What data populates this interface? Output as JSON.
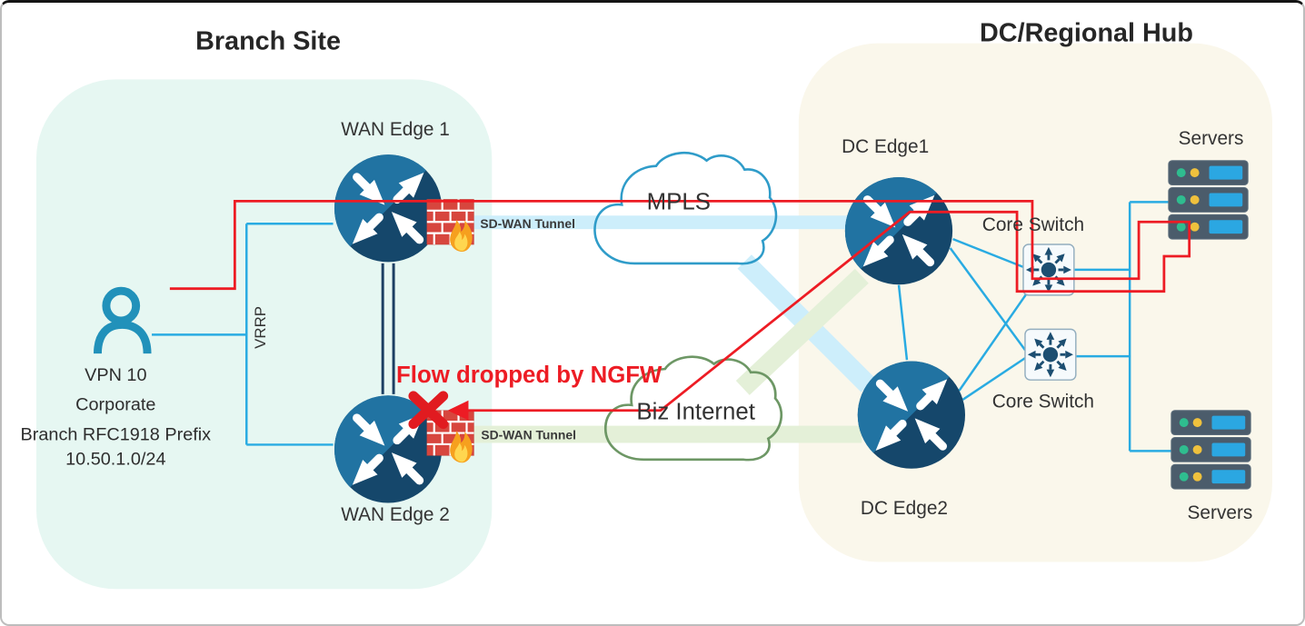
{
  "page": {
    "branch_title": "Branch Site",
    "hub_title": "DC/Regional Hub"
  },
  "branch": {
    "wan_edge1_label": "WAN Edge 1",
    "wan_edge2_label": "WAN Edge 2",
    "vrrp_label": "VRRP",
    "user_lines": [
      "VPN 10",
      "Corporate",
      "Branch RFC1918 Prefix",
      "10.50.1.0/24"
    ]
  },
  "hub": {
    "dc_edge1_label": "DC Edge1",
    "dc_edge2_label": "DC Edge2",
    "core_switch_top_label": "Core Switch",
    "core_switch_bottom_label": "Core Switch",
    "servers_top_label": "Servers",
    "servers_bottom_label": "Servers"
  },
  "clouds": {
    "mpls_label": "MPLS",
    "biz_internet_label": "Biz Internet"
  },
  "tunnels": {
    "mpls_tunnel_label": "SD-WAN Tunnel",
    "biz_tunnel_label": "SD-WAN Tunnel"
  },
  "annotations": {
    "flow_dropped": "Flow dropped by NGFW"
  },
  "icons": {
    "router": "router-icon",
    "switch": "layer3-switch-icon",
    "servers": "server-stack-icon",
    "firewall": "firewall-brick-flame-icon",
    "user": "user-icon",
    "drop": "red-x-drop-icon"
  },
  "colors": {
    "branch_bg": "#e6f7f2",
    "hub_bg": "#faf7eb",
    "router_dark": "#15476b",
    "router_light": "#2173a2",
    "line_cyan": "#29abe2",
    "band_mpls": "#cdeefb",
    "band_biz": "#e4f0d8",
    "cloud_mpls_stroke": "#2f9cc9",
    "cloud_biz_stroke": "#6d9765",
    "flow_red": "#ed1c24",
    "navy_link": "#1c3f63",
    "brick_red": "#d7463e",
    "flame_orange": "#f6a01e",
    "flame_yellow": "#ffd64f"
  }
}
